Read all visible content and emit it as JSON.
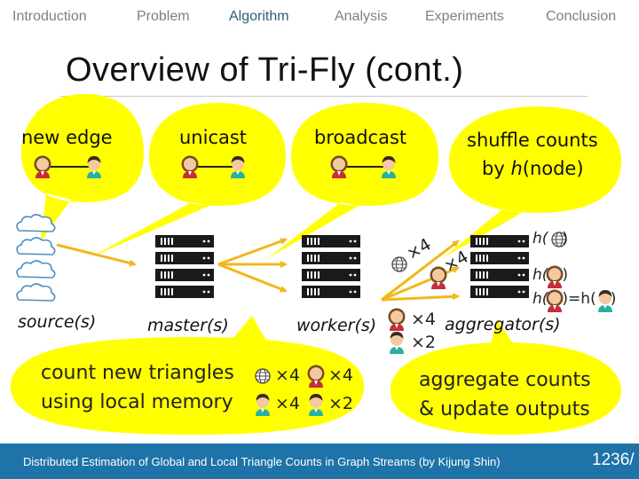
{
  "nav": {
    "items": [
      {
        "label": "Introduction"
      },
      {
        "label": "Problem"
      },
      {
        "label": "Algorithm"
      },
      {
        "label": "Analysis"
      },
      {
        "label": "Experiments"
      },
      {
        "label": "Conclusion"
      }
    ],
    "active_index": 2
  },
  "slide": {
    "title": "Overview of Tri-Fly (cont.)",
    "bubbles": {
      "new_edge": "new edge",
      "unicast": "unicast",
      "broadcast": "broadcast",
      "shuffle_line1": "shuffle counts",
      "shuffle_line2_pre": "by ",
      "shuffle_line2_h": "h",
      "shuffle_line2_post": "(node)"
    },
    "labels": {
      "source": "source(s)",
      "master": "master(s)",
      "worker": "worker(s)",
      "aggregator": "aggregator(s)"
    },
    "multipliers": {
      "x4": "×4",
      "x2": "×2"
    },
    "hash_labels": {
      "h": "h(",
      "close": ")",
      "eq": ")=h("
    },
    "count_bubble": {
      "line1": "count new triangles",
      "line2": "using local memory"
    },
    "aggregate_bubble": {
      "line1": "aggregate counts",
      "line2": "& update outputs"
    }
  },
  "footer": {
    "text": "Distributed Estimation of Global and Local Triangle Counts in Graph Streams (by Kijung Shin)",
    "page": "1236/"
  },
  "colors": {
    "accent": "#1e73a8",
    "nav_active": "#2e5e7a",
    "bubble_fill": "#ffff00",
    "arrow": "#f2b71a",
    "cloud_stroke": "#4c8ec0",
    "server": "#1a1a1a"
  },
  "icons": [
    "person-female-icon",
    "person-male-icon",
    "server-rack-icon",
    "cloud-icon",
    "globe-icon"
  ]
}
